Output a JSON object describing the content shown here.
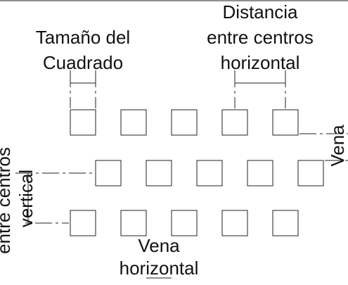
{
  "labels": {
    "square_size_line1": "Tamaño del",
    "square_size_line2": "Cuadrado",
    "h_distance_line1": "Distancia",
    "h_distance_line2": "entre centros",
    "h_distance_line3": "horizontal",
    "v_distance_line1": "entre centros",
    "v_distance_line2": "vertical",
    "right_vein": "Vena",
    "bottom_vein_line1": "Vena",
    "bottom_vein_line2": "horizontal"
  },
  "grid": {
    "rows": [
      {
        "name": "row-1",
        "count": 5
      },
      {
        "name": "row-2",
        "count": 5
      },
      {
        "name": "row-3",
        "count": 5
      }
    ]
  }
}
